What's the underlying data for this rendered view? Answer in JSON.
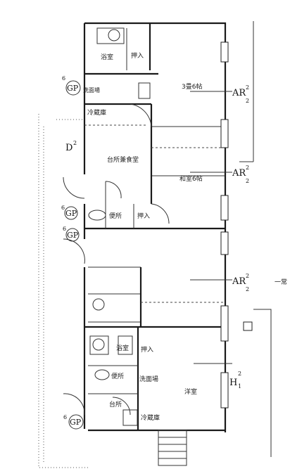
{
  "rooms": {
    "bath_1": "浴室",
    "closet_1": "押入",
    "washroom": "洗面場",
    "room_3mat": "3畳6帖",
    "fridge_1": "冷蔵庫",
    "dining_kitchen": "台所兼食堂",
    "room_6mat": "和室6帖",
    "toilet_1": "便所",
    "closet_2": "押入",
    "bath_2": "浴室",
    "closet_3": "押入",
    "toilet_2": "便所",
    "laundry": "洗面場",
    "kitchen": "台所",
    "fridge_2": "冷蔵庫",
    "main_room": "洋室"
  },
  "annotations": {
    "ar_1": "AR",
    "ar_1_sup": "2",
    "ar_1_sub": "2",
    "ar_2": "AR",
    "ar_2_sup": "2",
    "ar_2_sub": "2",
    "ar_3": "AR",
    "ar_3_sup": "2",
    "ar_3_sub": "2",
    "h_mark": "H",
    "h_sup": "2",
    "h_sub": "1",
    "d_mark": "D",
    "d_sup": "2",
    "gp_1": "GP",
    "gp_1_num": "6",
    "gp_2": "GP",
    "gp_2_num": "6",
    "gp_3": "GP",
    "gp_3_num": "6",
    "gp_4": "GP",
    "gp_4_num": "6",
    "side_note": "一常"
  }
}
